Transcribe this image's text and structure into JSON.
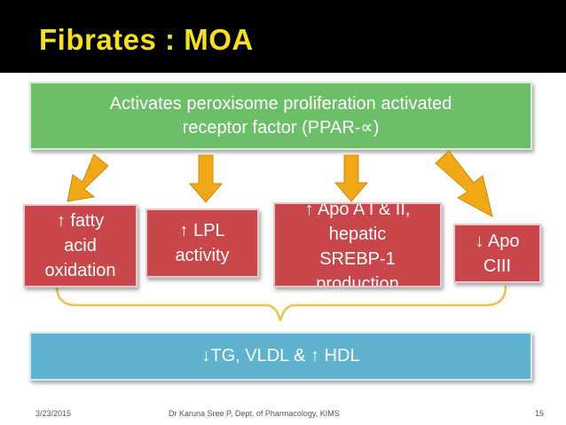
{
  "slide": {
    "title": "Fibrates : MOA"
  },
  "diagram": {
    "top_box": {
      "line1": "Activates peroxisome proliferation activated",
      "line2": "receptor factor (PPAR-∝)"
    },
    "effects": [
      {
        "lines": [
          "↑ fatty",
          "acid",
          "oxidation"
        ]
      },
      {
        "lines": [
          "↑ LPL",
          "activity"
        ]
      },
      {
        "lines": [
          "↑ Apo A I & II,",
          "hepatic",
          "SREBP-1",
          "production"
        ]
      },
      {
        "lines": [
          "↓ Apo",
          "CIII"
        ]
      }
    ],
    "result": "↓TG, VLDL & ↑ HDL"
  },
  "footer": {
    "date": "3/23/2015",
    "author": "Dr Karuna Sree P, Dept. of Pharmacology, KIMS",
    "page": "15"
  },
  "colors": {
    "title": "#f5e020",
    "green_box": "#6cbf68",
    "red_box": "#c9474a",
    "blue_box": "#5fb3cf",
    "arrow": "#f0a817",
    "brace": "#f0c24b"
  }
}
